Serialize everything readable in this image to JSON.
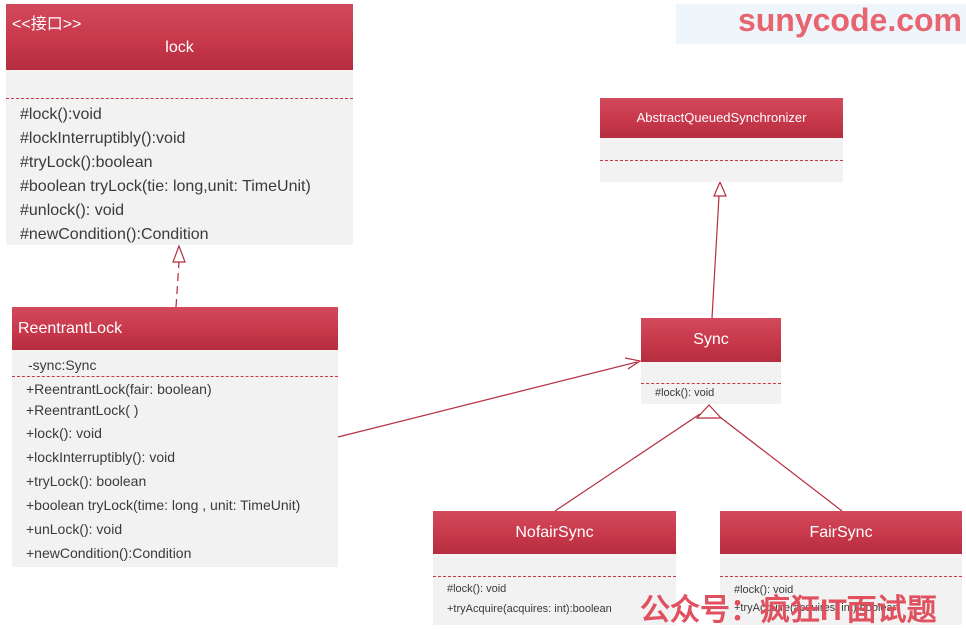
{
  "watermark": "sunycode.com",
  "footer_watermark": "公众号：疯狂IT面试题",
  "lock_iface": {
    "stereotype": "<<接口>>",
    "name": "lock",
    "operations": [
      "#lock():void",
      "#lockInterruptibly():void",
      "#tryLock():boolean",
      "#boolean tryLock(tie: long,unit: TimeUnit)",
      "#unlock(): void",
      "#newCondition():Condition"
    ]
  },
  "reentrant": {
    "name": "ReentrantLock",
    "attribute": "-sync:Sync",
    "operations": [
      "+ReentrantLock(fair: boolean)",
      "+ReentrantLock( )",
      "+lock(): void",
      "+lockInterruptibly(): void",
      "+tryLock(): boolean",
      "+boolean tryLock(time: long , unit: TimeUnit)",
      "+unLock(): void",
      "+newCondition():Condition"
    ]
  },
  "aqs": {
    "name": "AbstractQueuedSynchronizer"
  },
  "sync": {
    "name": "Sync",
    "operations": [
      "#lock(): void"
    ]
  },
  "nofair": {
    "name": "NofairSync",
    "operations": [
      "#lock(): void",
      "+tryAcquire(acquires: int):boolean"
    ]
  },
  "fair": {
    "name": "FairSync",
    "operations": [
      "#lock(): void",
      "+tryAcquire(acquires: int):boolean"
    ]
  },
  "colors": {
    "accent": "#c8384b",
    "box_bg": "#f2f2f2",
    "text": "#3a3a3a"
  }
}
